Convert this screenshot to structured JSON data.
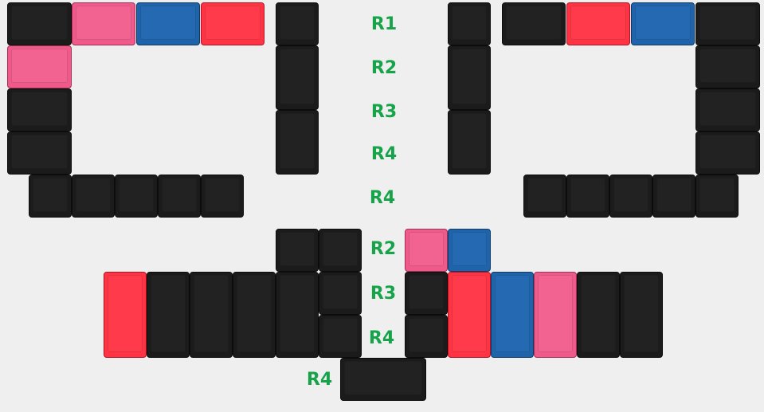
{
  "palette": {
    "black": {
      "fill": "#1b1b1b",
      "top": "#222222",
      "border": "#0c0c0c"
    },
    "pink": {
      "fill": "#f05a8a",
      "top": "#f26391",
      "border": "#a43058"
    },
    "blue": {
      "fill": "#1f64aa",
      "top": "#2469b1",
      "border": "#0f3b69"
    },
    "red": {
      "fill": "#ff3344",
      "top": "#ff3b4b",
      "border": "#b3121f"
    },
    "label": "#16a34a"
  },
  "row_labels": [
    "R1",
    "R2",
    "R3",
    "R4",
    "R4",
    "R2",
    "R3",
    "R4",
    "R4"
  ],
  "keycap_colors": [
    "black",
    "pink",
    "blue",
    "red",
    "black",
    "black",
    "red",
    "blue",
    "pink",
    "black",
    "black",
    "black",
    "black",
    "black",
    "black",
    "black",
    "black",
    "black",
    "black",
    "black",
    "black",
    "black",
    "black",
    "black",
    "black",
    "black",
    "black",
    "black",
    "black",
    "black",
    "black",
    "black",
    "pink",
    "blue",
    "red",
    "black",
    "black",
    "black",
    "black",
    "black",
    "black",
    "black",
    "black",
    "red",
    "blue",
    "pink",
    "black"
  ]
}
